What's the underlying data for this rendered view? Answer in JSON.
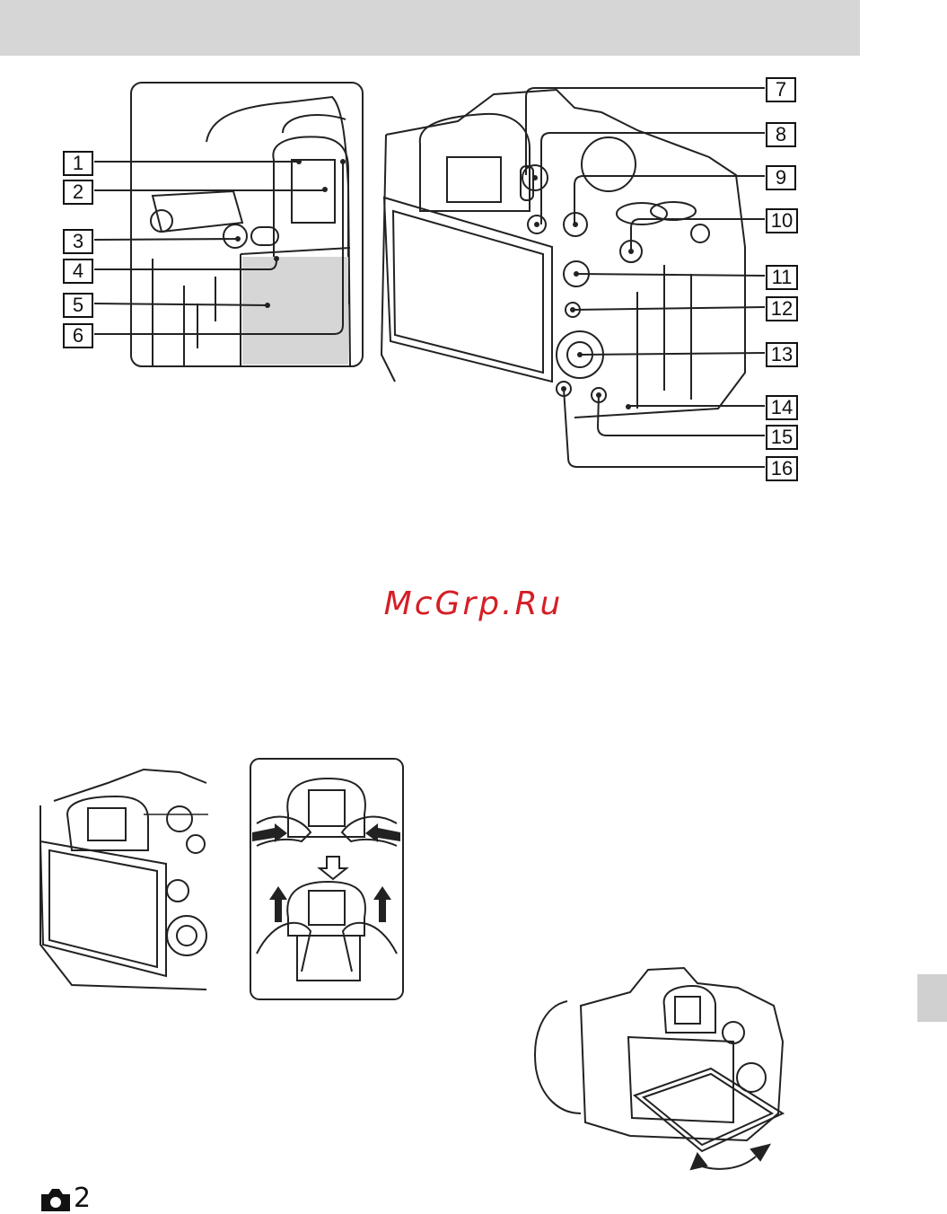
{
  "watermark": "McGrp.Ru",
  "page_number": "2",
  "page_icon": "camera-icon",
  "callouts": {
    "c1": "1",
    "c2": "2",
    "c3": "3",
    "c4": "4",
    "c5": "5",
    "c6": "6",
    "c7": "7",
    "c8": "8",
    "c9": "9",
    "c10": "10",
    "c11": "11",
    "c12": "12",
    "c13": "13",
    "c14": "14",
    "c15": "15",
    "c16": "16"
  }
}
